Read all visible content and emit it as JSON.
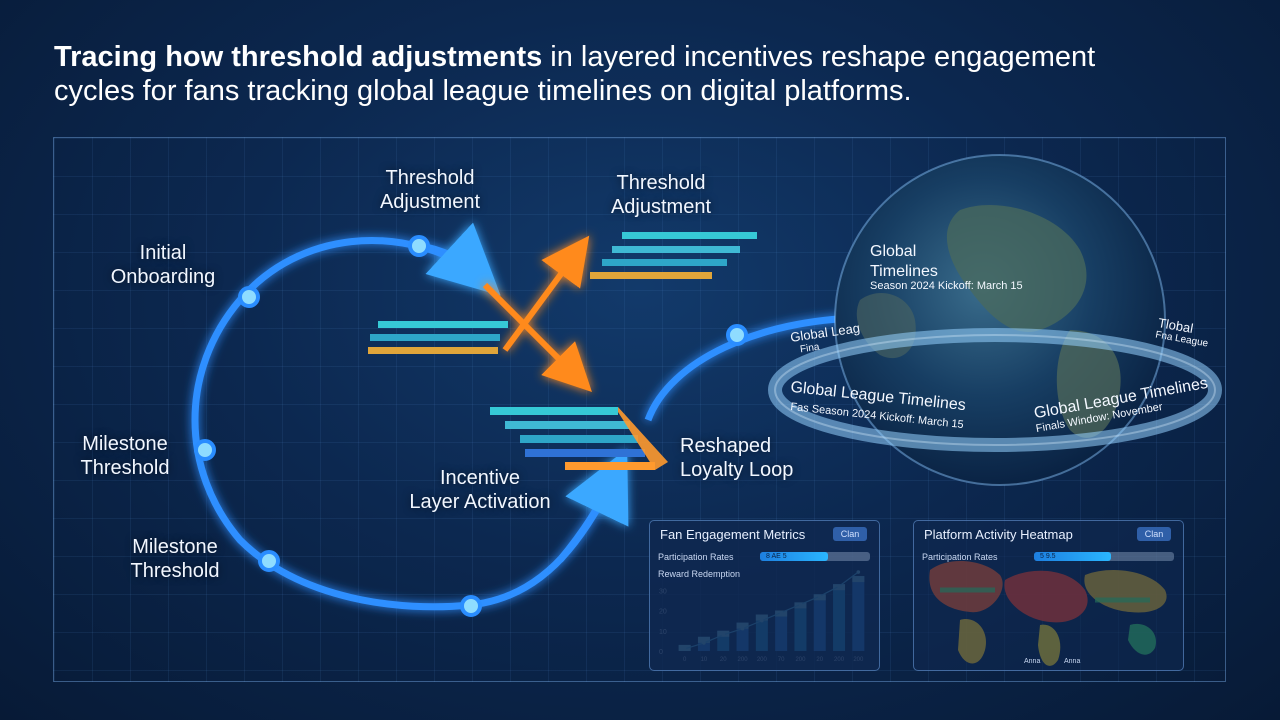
{
  "title": {
    "bold": "Tracing how threshold adjustments",
    "rest": " in layered incentives reshape engagement cycles for fans tracking global league timelines on digital platforms."
  },
  "diagram": {
    "labels": {
      "initial_onboarding": "Initial\nOnboarding",
      "milestone_1": "Milestone\nThreshold",
      "milestone_2": "Milestone\nThreshold",
      "threshold_adj_1": "Threshold\nAdjustment",
      "threshold_adj_2": "Threshold\nAdjustment",
      "incentive_layer": "Incentive\nLayer Activation",
      "reshaped_loop": "Reshaped\nLoyalty Loop"
    },
    "colors": {
      "flow": "#2f9bff",
      "glow": "#56c6ff",
      "orange": "#ff8a1e",
      "teal": "#36c9d6"
    }
  },
  "globe": {
    "global_timelines": "Global\nTimelines",
    "kickoff_top": "Season 2024 Kickoff: March 15",
    "ring_left_top": "Global Leag",
    "ring_left_sub": "Fina",
    "ring_right_top": "Tlobal",
    "ring_right_sub": "Fna League",
    "ring_front_left": "Global League Timelines",
    "ring_front_left_sub": "Fas Season 2024 Kickoff: March 15",
    "ring_front_right": "Global League Timelines",
    "ring_front_right_sub": "Finals Window: November"
  },
  "panel_engagement": {
    "title": "Fan Engagement Metrics",
    "button": "Clan",
    "participation_label": "Participation Rates",
    "participation_value": "8 AE 5",
    "participation_fraction": 0.62,
    "chart_label": "Reward Redemption"
  },
  "panel_heatmap": {
    "title": "Platform Activity Heatmap",
    "button": "Clan",
    "participation_label": "Participation Rates",
    "participation_value": "5 9.5",
    "participation_fraction": 0.55,
    "axis_left": "Anna",
    "axis_right": "Anna"
  },
  "chart_data": {
    "type": "bar",
    "title": "Reward Redemption",
    "yticks": [
      "30",
      "20",
      "10",
      "0"
    ],
    "categories": [
      "0",
      "10",
      "20",
      "200",
      "200",
      "70",
      "200",
      "20",
      "200",
      "200"
    ],
    "values": [
      3,
      7,
      10,
      14,
      18,
      20,
      24,
      28,
      33,
      37
    ],
    "line": [
      1,
      4,
      8,
      11,
      15,
      19,
      23,
      27,
      32,
      39
    ],
    "ylim": [
      0,
      40
    ]
  }
}
